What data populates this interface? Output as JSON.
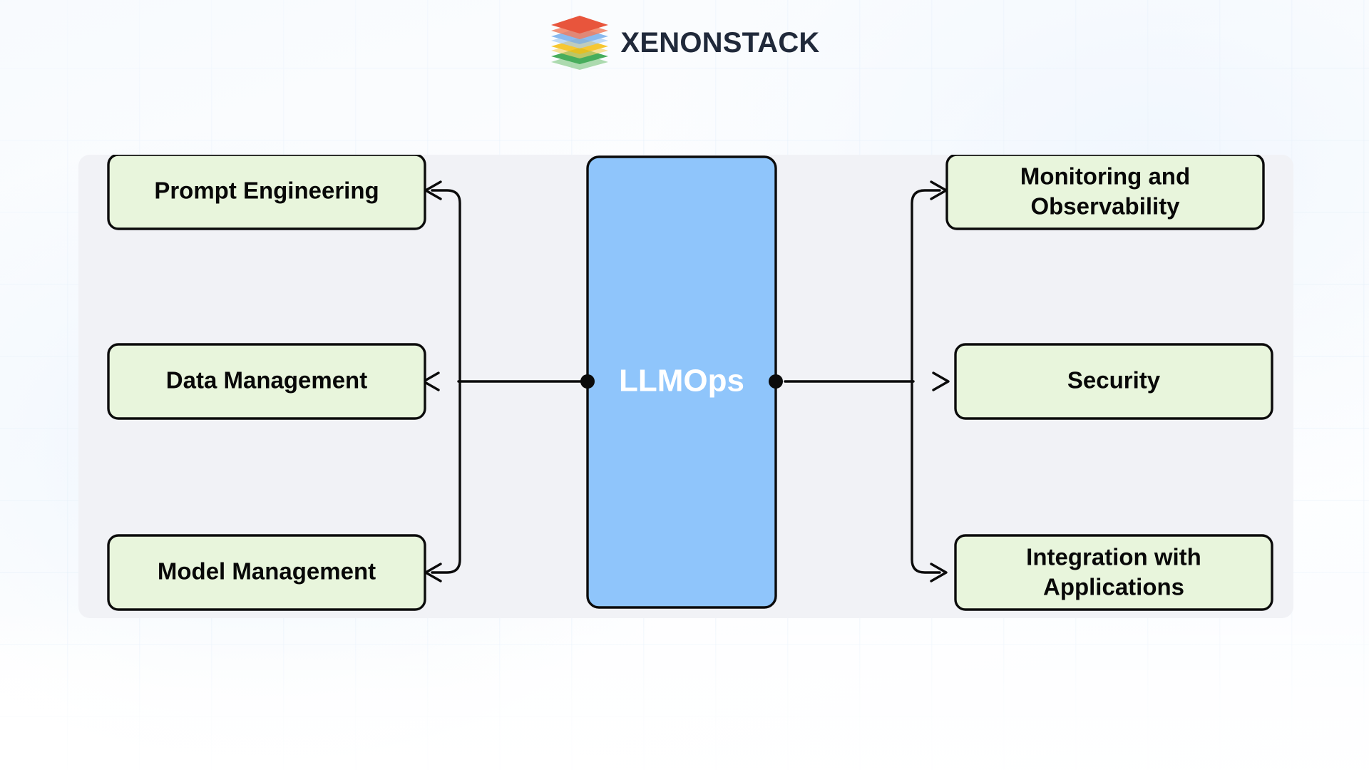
{
  "brand": {
    "name": "XENONSTACK",
    "logo_icon": "stacked-layers-icon",
    "logo_colors": [
      "#e8553c",
      "#7eb3ee",
      "#f6c21c",
      "#57b75a"
    ],
    "text_color": "#20293a"
  },
  "diagram": {
    "type": "hub-and-spoke",
    "panel_color": "#f1f2f6",
    "hub": {
      "label": "LLMOps",
      "fill": "#8fc5fb",
      "stroke": "#0b0b0b",
      "text_color": "#ffffff"
    },
    "leaf_style": {
      "fill": "#e8f5dc",
      "stroke": "#0b0b0b",
      "text_color": "#080808"
    },
    "left_nodes": [
      {
        "id": "prompt-engineering",
        "label": "Prompt Engineering",
        "lines": [
          "Prompt Engineering"
        ]
      },
      {
        "id": "data-management",
        "label": "Data Management",
        "lines": [
          "Data Management"
        ]
      },
      {
        "id": "model-management",
        "label": "Model Management",
        "lines": [
          "Model Management"
        ]
      }
    ],
    "right_nodes": [
      {
        "id": "monitoring-observability",
        "label": "Monitoring and Observability",
        "lines": [
          "Monitoring and",
          "Observability"
        ]
      },
      {
        "id": "security",
        "label": "Security",
        "lines": [
          "Security"
        ]
      },
      {
        "id": "integration-applications",
        "label": "Integration with Applications",
        "lines": [
          "Integration with",
          "Applications"
        ]
      }
    ],
    "edges": [
      {
        "from": "LLMOps",
        "to": "Prompt Engineering",
        "direction": "left"
      },
      {
        "from": "LLMOps",
        "to": "Data Management",
        "direction": "left"
      },
      {
        "from": "LLMOps",
        "to": "Model Management",
        "direction": "left"
      },
      {
        "from": "LLMOps",
        "to": "Monitoring and Observability",
        "direction": "right"
      },
      {
        "from": "LLMOps",
        "to": "Security",
        "direction": "right"
      },
      {
        "from": "LLMOps",
        "to": "Integration with Applications",
        "direction": "right"
      }
    ]
  },
  "background": {
    "grid_color": "#adcef0",
    "base_color": "#ffffff"
  }
}
